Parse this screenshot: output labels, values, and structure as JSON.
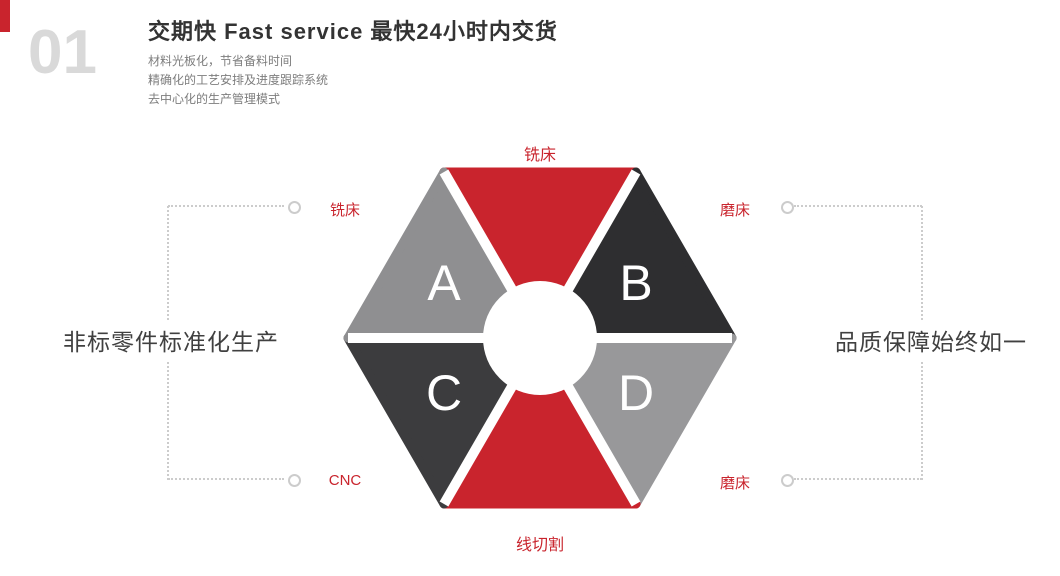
{
  "colors": {
    "accent_red": "#c9242d",
    "dark_segment_b": "#2e2e30",
    "dark_segment_c": "#3c3c3e",
    "gray_segment_a": "#8f8f91",
    "gray_segment_d": "#98989a",
    "index_gray": "#d9d9d9",
    "dotted_line_gray": "#cccccc"
  },
  "header": {
    "index": "01",
    "title": "交期快  Fast service 最快24小时内交货",
    "subtitles": [
      "材料光板化，节省备料时间",
      "精确化的工艺安排及进度跟踪系统",
      "去中心化的生产管理模式"
    ]
  },
  "captions": {
    "left": "非标零件标准化生产",
    "right": "品质保障始终如一"
  },
  "hexagon": {
    "center_labels": {
      "top": "铣床",
      "bottom": "线切割"
    },
    "side_labels": {
      "left_top": "铣床",
      "left_bottom": "CNC",
      "right_top": "磨床",
      "right_bottom": "磨床"
    },
    "segments": [
      {
        "id": "top",
        "letter": "",
        "color": "#c9242d"
      },
      {
        "id": "upper-right",
        "letter": "B",
        "color": "#2e2e30"
      },
      {
        "id": "lower-right",
        "letter": "D",
        "color": "#98989a"
      },
      {
        "id": "bottom",
        "letter": "",
        "color": "#c9242d"
      },
      {
        "id": "lower-left",
        "letter": "C",
        "color": "#3c3c3e"
      },
      {
        "id": "upper-left",
        "letter": "A",
        "color": "#8f8f91"
      }
    ]
  }
}
